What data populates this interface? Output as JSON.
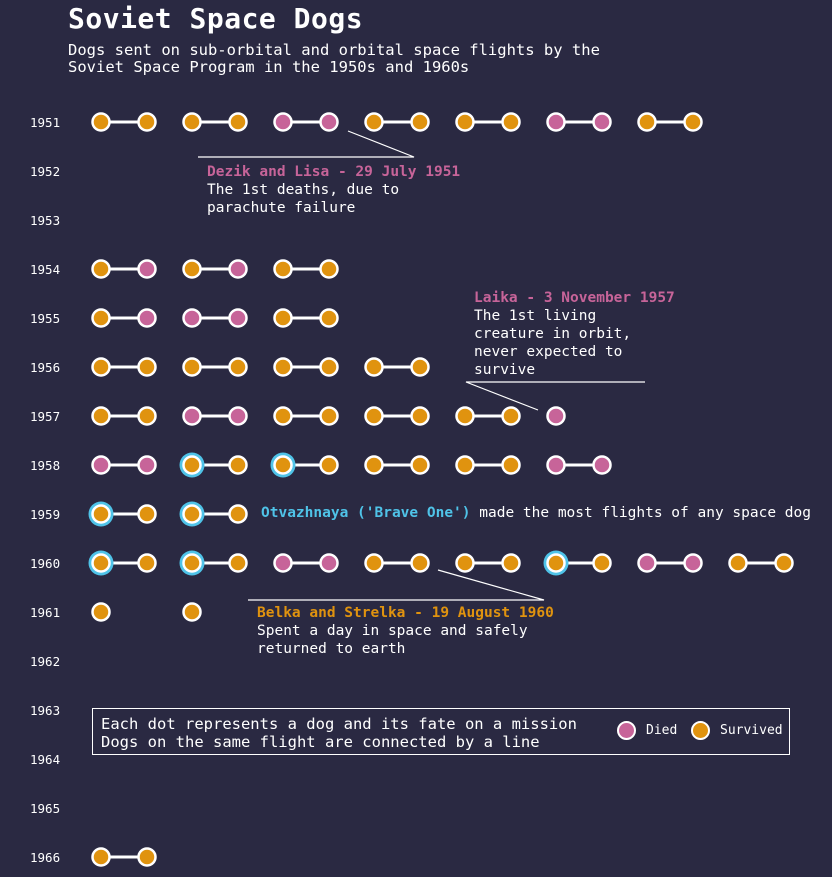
{
  "title": "Soviet Space Dogs",
  "subtitle": [
    "Dogs sent on sub-orbital and orbital space flights by the",
    "Soviet Space Program in the 1950s and 1960s"
  ],
  "colors": {
    "background": "#2a2942",
    "died": "#c76499",
    "survived": "#e0930f",
    "highlight": "#4fc3e8",
    "line": "#ffffff"
  },
  "annotations": {
    "dezik": {
      "head": "Dezik and Lisa - 29 July 1951",
      "lines": [
        "The 1st deaths, due to",
        "parachute failure"
      ]
    },
    "laika": {
      "head": "Laika - 3 November 1957",
      "lines": [
        "The 1st living",
        "creature in orbit,",
        "never expected to",
        "survive"
      ]
    },
    "otvazhnaya": {
      "head": "Otvazhnaya ('Brave One')",
      "rest": "made the most flights of any space dog"
    },
    "belka": {
      "head": "Belka and Strelka - 19 August 1960",
      "lines": [
        "Spent a day in space and safely",
        "returned to earth"
      ]
    }
  },
  "legend": {
    "lines": [
      "Each dot represents a dog and its fate on a mission",
      "Dogs on the same flight are connected by a line"
    ],
    "died": "Died",
    "survived": "Survived"
  },
  "chart_data": {
    "type": "scatter",
    "title": "Soviet Space Dogs",
    "y_categories": [
      1951,
      1952,
      1953,
      1954,
      1955,
      1956,
      1957,
      1958,
      1959,
      1960,
      1961,
      1962,
      1963,
      1964,
      1965,
      1966
    ],
    "encoding": {
      "D": "Died",
      "S": "Survived",
      "h": "Otvazhnaya"
    },
    "flights": {
      "1951": [
        [
          "S",
          "S"
        ],
        [
          "S",
          "S"
        ],
        [
          "D",
          "D"
        ],
        [
          "S",
          "S"
        ],
        [
          "S",
          "S"
        ],
        [
          "D",
          "D"
        ],
        [
          "S",
          "S"
        ]
      ],
      "1952": [],
      "1953": [],
      "1954": [
        [
          "S",
          "D"
        ],
        [
          "S",
          "D"
        ],
        [
          "S",
          "S"
        ]
      ],
      "1955": [
        [
          "S",
          "D"
        ],
        [
          "D",
          "D"
        ],
        [
          "S",
          "S"
        ]
      ],
      "1956": [
        [
          "S",
          "S"
        ],
        [
          "S",
          "S"
        ],
        [
          "S",
          "S"
        ],
        [
          "S",
          "S"
        ]
      ],
      "1957": [
        [
          "S",
          "S"
        ],
        [
          "D",
          "D"
        ],
        [
          "S",
          "S"
        ],
        [
          "S",
          "S"
        ],
        [
          "S",
          "S"
        ],
        [
          "D"
        ]
      ],
      "1958": [
        [
          "D",
          "D"
        ],
        [
          "Sh",
          "S"
        ],
        [
          "Sh",
          "S"
        ],
        [
          "S",
          "S"
        ],
        [
          "S",
          "S"
        ],
        [
          "D",
          "D"
        ]
      ],
      "1959": [
        [
          "Sh",
          "S"
        ],
        [
          "Sh",
          "S"
        ]
      ],
      "1960": [
        [
          "Sh",
          "S"
        ],
        [
          "Sh",
          "S"
        ],
        [
          "D",
          "D"
        ],
        [
          "S",
          "S"
        ],
        [
          "S",
          "S"
        ],
        [
          "Sh",
          "S"
        ],
        [
          "D",
          "D"
        ],
        [
          "S",
          "S"
        ]
      ],
      "1961": [
        [
          "S"
        ],
        [
          "S"
        ]
      ],
      "1962": [],
      "1963": [],
      "1964": [],
      "1965": [],
      "1966": [
        [
          "S",
          "S"
        ]
      ]
    }
  }
}
